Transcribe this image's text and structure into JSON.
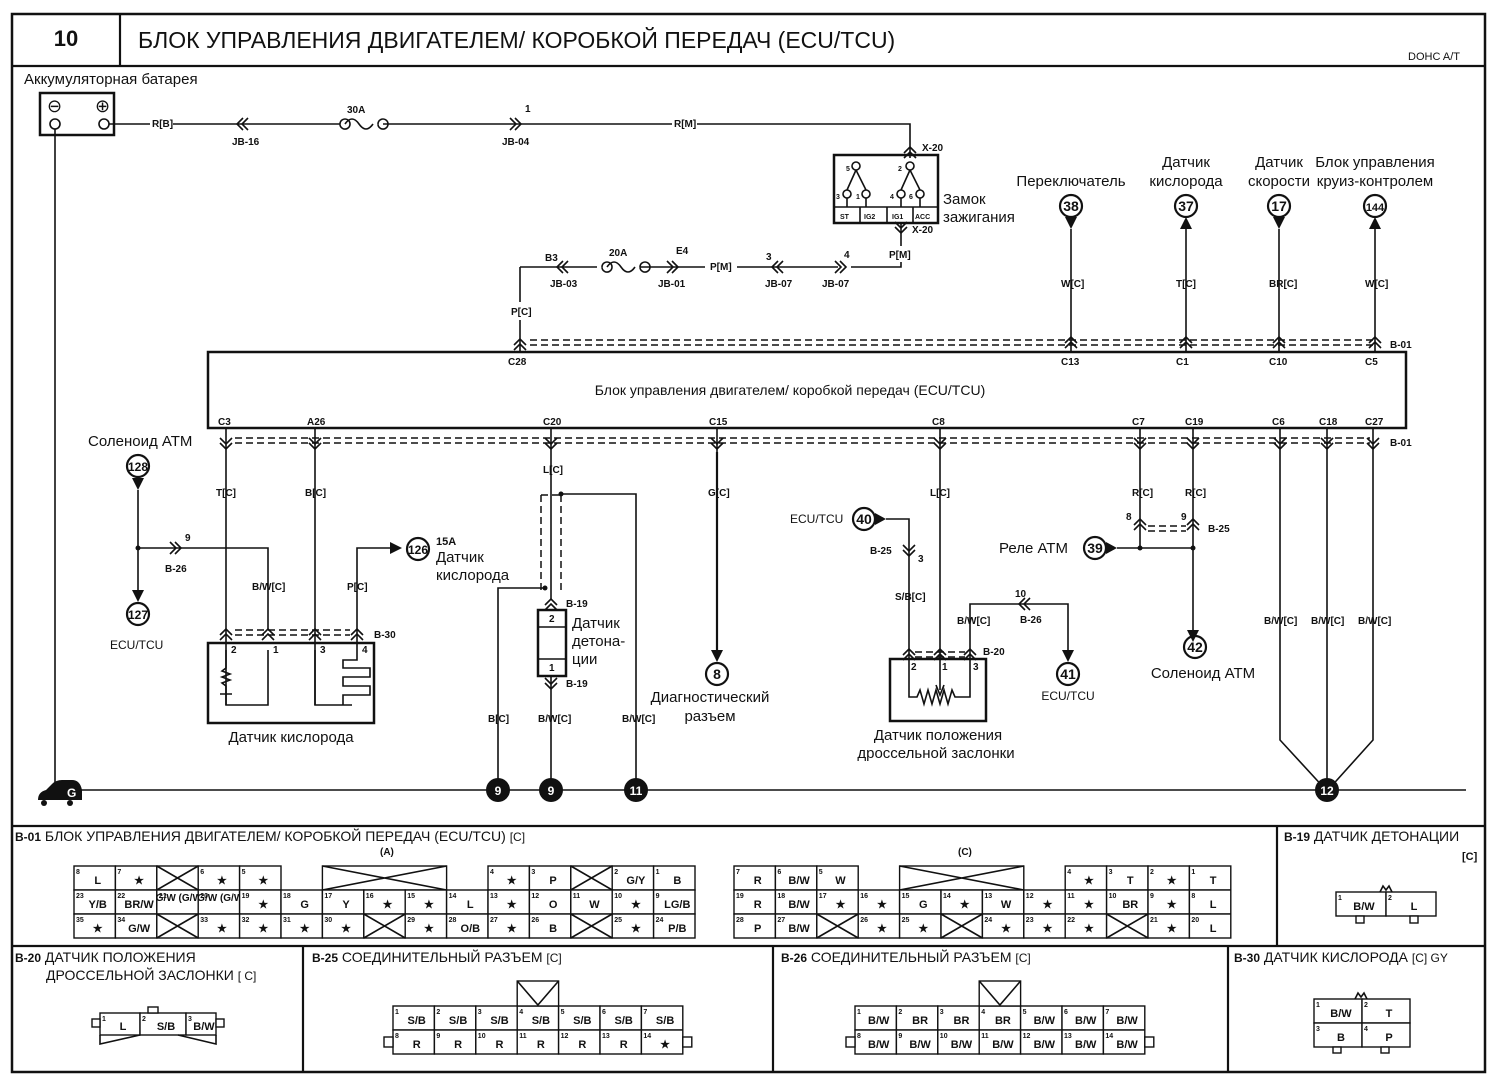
{
  "header": {
    "page_number": "10",
    "title": "БЛОК УПРАВЛЕНИЯ ДВИГАТЕЛЕМ/ КОРОБКОЙ ПЕРЕДАЧ (ECU/TCU)",
    "variant": "DOHC A/T"
  },
  "battery": {
    "label": "Аккумуляторная батарея",
    "minus": "⊖",
    "plus": "⊕",
    "wire": "R[B]",
    "connector1": "JB-16",
    "fuse": "30A",
    "connector2_pin": "1",
    "connector2": "JB-04",
    "wire2": "R[M]"
  },
  "ignition": {
    "label_line1": "Замок",
    "label_line2": "зажигания",
    "connector_top": "X-20",
    "connector_bottom": "X-20",
    "pins_top": [
      "5",
      "2"
    ],
    "pins_bottom": [
      "3",
      "1",
      "4",
      "6"
    ],
    "positions": [
      "ST",
      "IG2",
      "IG1",
      "ACC"
    ],
    "out_wire": "P[M]"
  },
  "power_feed": {
    "pin_b3": "B3",
    "conn_jb03": "JB-03",
    "fuse": "20A",
    "pin_e4": "E4",
    "conn_jb01": "JB-01",
    "wire": "P[M]",
    "pin3": "3",
    "conn_jb07a": "JB-07",
    "pin4": "4",
    "conn_jb07b": "JB-07",
    "wire_c": "P[C]",
    "ecu_pin": "C28"
  },
  "top_refs": [
    {
      "label_lines": [
        "Переключатель"
      ],
      "ref": "38",
      "wire": "W[C]",
      "pin": "C13",
      "dir": "down"
    },
    {
      "label_lines": [
        "Датчик",
        "кислорода"
      ],
      "ref": "37",
      "wire": "T[C]",
      "pin": "C1",
      "dir": "up"
    },
    {
      "label_lines": [
        "Датчик",
        "скорости"
      ],
      "ref": "17",
      "wire": "BR[C]",
      "pin": "C10",
      "dir": "down"
    },
    {
      "label_lines": [
        "Блок управления",
        "круиз-контролем"
      ],
      "ref": "144",
      "wire": "W[C]",
      "pin": "C5",
      "dir": "up"
    }
  ],
  "ecu": {
    "label": "Блок управления двигателем/ коробкой передач (ECU/TCU)",
    "connector": "B-01",
    "connector_bottom": "B-01",
    "bottom_pins": [
      "C3",
      "A26",
      "C20",
      "C15",
      "C8",
      "C7",
      "C19",
      "C6",
      "C18",
      "C27"
    ]
  },
  "left_section": {
    "solenoid_label": "Соленоид АТМ",
    "ref128": "128",
    "ref127": "127",
    "ref127_label": "ECU/TCU",
    "b26_pin": "9",
    "b26": "B-26",
    "wire_t": "T[C]",
    "wire_b": "B[C]",
    "wire_bw": "B/W[C]",
    "wire_p": "P[C]",
    "ref126": "126",
    "ref126_note": "15A",
    "ref126_label_lines": [
      "Датчик",
      "кислорода"
    ],
    "o2_connector": "B-30",
    "o2_pins": [
      "2",
      "1",
      "3",
      "4"
    ],
    "o2_label": "Датчик кислорода"
  },
  "knock": {
    "wire_l": "L[C]",
    "connector": "B-19",
    "connector_bottom": "B-19",
    "pin_top": "2",
    "pin_bottom": "1",
    "label_lines": [
      "Датчик",
      "детона-",
      "ции"
    ],
    "wire_b": "B[C]",
    "wire_bw1": "B/W[C]",
    "wire_bw2": "B/W[C]"
  },
  "diag": {
    "wire": "G[C]",
    "ref": "8",
    "label_lines": [
      "Диагностический",
      "разъем"
    ]
  },
  "tps": {
    "ecu_label": "ECU/TCU",
    "ref40": "40",
    "b25": "B-25",
    "b25_pin": "3",
    "wire_sb": "S/B[C]",
    "wire_l": "L[C]",
    "wire_bw": "B/W[C]",
    "b26_pin": "10",
    "b26": "B-26",
    "connector": "B-20",
    "pins": [
      "2",
      "1",
      "3"
    ],
    "ref41": "41",
    "ref41_label": "ECU/TCU",
    "label_lines": [
      "Датчик положения",
      "дроссельной заслонки"
    ]
  },
  "relay": {
    "wire_r1": "R[C]",
    "wire_r2": "R[C]",
    "pin8": "8",
    "pin9": "9",
    "b25": "B-25",
    "label": "Реле АТМ",
    "ref39": "39",
    "ref42": "42",
    "ref42_label": "Соленоид АТМ"
  },
  "grounds_right": {
    "wires": [
      "B/W[C]",
      "B/W[C]",
      "B/W[C]"
    ],
    "ground_ref": "12"
  },
  "ground_bus": {
    "symbol": "G",
    "refs": [
      "9",
      "9",
      "11",
      "12"
    ]
  },
  "connectors": {
    "b01": {
      "title_id": "B-01",
      "title": "БЛОК УПРАВЛЕНИЯ ДВИГАТЕЛЕМ/ КОРОБКОЙ ПЕРЕДАЧ (ECU/TCU)",
      "suffix": "[C]",
      "sub_a": "(A)",
      "sub_c": "(C)",
      "a_row1": [
        [
          "8",
          "L"
        ],
        [
          "7",
          "★"
        ],
        [
          "",
          ""
        ],
        [
          "6",
          "★"
        ],
        [
          "5",
          "★"
        ],
        [
          "4",
          "★"
        ],
        [
          "3",
          "P"
        ],
        [
          "",
          ""
        ],
        [
          "2",
          "G/Y"
        ],
        [
          "1",
          "B"
        ]
      ],
      "a_row2": [
        [
          "23",
          "Y/B"
        ],
        [
          "22",
          "BR/W"
        ],
        [
          "21",
          "G/W (G/W)"
        ],
        [
          "20",
          "G/W (G/W)"
        ],
        [
          "19",
          "★"
        ],
        [
          "18",
          "G"
        ],
        [
          "17",
          "Y"
        ],
        [
          "16",
          "★"
        ],
        [
          "15",
          "★"
        ],
        [
          "14",
          "L"
        ],
        [
          "13",
          "★"
        ],
        [
          "12",
          "O"
        ],
        [
          "11",
          "W"
        ],
        [
          "10",
          "★"
        ],
        [
          "9",
          "LG/B"
        ]
      ],
      "a_row3": [
        [
          "35",
          "★"
        ],
        [
          "34",
          "G/W"
        ],
        [
          "",
          ""
        ],
        [
          "33",
          "★"
        ],
        [
          "32",
          "★"
        ],
        [
          "31",
          "★"
        ],
        [
          "30",
          "★"
        ],
        [
          "",
          ""
        ],
        [
          "29",
          "★"
        ],
        [
          "28",
          "O/B"
        ],
        [
          "27",
          "★"
        ],
        [
          "26",
          "B"
        ],
        [
          "",
          ""
        ],
        [
          "25",
          "★"
        ],
        [
          "24",
          "P/B"
        ]
      ],
      "c_row1": [
        [
          "7",
          "R"
        ],
        [
          "6",
          "B/W"
        ],
        [
          "5",
          "W"
        ],
        [
          "4",
          "★"
        ],
        [
          "3",
          "T"
        ],
        [
          "2",
          "★"
        ],
        [
          "1",
          "T"
        ]
      ],
      "c_row2": [
        [
          "19",
          "R"
        ],
        [
          "18",
          "B/W"
        ],
        [
          "17",
          "★"
        ],
        [
          "16",
          "★"
        ],
        [
          "15",
          "G"
        ],
        [
          "14",
          "★"
        ],
        [
          "13",
          "W"
        ],
        [
          "12",
          "★"
        ],
        [
          "11",
          "★"
        ],
        [
          "10",
          "BR"
        ],
        [
          "9",
          "★"
        ],
        [
          "8",
          "L"
        ]
      ],
      "c_row3": [
        [
          "28",
          "P"
        ],
        [
          "27",
          "B/W"
        ],
        [
          "",
          ""
        ],
        [
          "26",
          "★"
        ],
        [
          "25",
          "★"
        ],
        [
          "",
          ""
        ],
        [
          "24",
          "★"
        ],
        [
          "23",
          "★"
        ],
        [
          "22",
          "★"
        ],
        [
          "",
          ""
        ],
        [
          "21",
          "★"
        ],
        [
          "20",
          "L"
        ]
      ]
    },
    "b19": {
      "title_id": "B-19",
      "title": "ДАТЧИК ДЕТОНАЦИИ",
      "suffix": "[C]",
      "pins": [
        [
          "1",
          "B/W"
        ],
        [
          "2",
          "L"
        ]
      ]
    },
    "b20": {
      "title_id": "B-20",
      "title_line1": "ДАТЧИК ПОЛОЖЕНИЯ",
      "title_line2": "ДРОССЕЛЬНОЙ ЗАСЛОНКИ",
      "suffix": "[ C]",
      "pins": [
        [
          "1",
          "L"
        ],
        [
          "2",
          "S/B"
        ],
        [
          "3",
          "B/W"
        ]
      ]
    },
    "b25": {
      "title_id": "B-25",
      "title": "СОЕДИНИТЕЛЬНЫЙ РАЗЪЕМ",
      "suffix": "[C]",
      "row1": [
        [
          "1",
          "S/B"
        ],
        [
          "2",
          "S/B"
        ],
        [
          "3",
          "S/B"
        ],
        [
          "4",
          "S/B"
        ],
        [
          "5",
          "S/B"
        ],
        [
          "6",
          "S/B"
        ],
        [
          "7",
          "S/B"
        ]
      ],
      "row2": [
        [
          "8",
          "R"
        ],
        [
          "9",
          "R"
        ],
        [
          "10",
          "R"
        ],
        [
          "11",
          "R"
        ],
        [
          "12",
          "R"
        ],
        [
          "13",
          "R"
        ],
        [
          "14",
          "★"
        ]
      ]
    },
    "b26": {
      "title_id": "B-26",
      "title": "СОЕДИНИТЕЛЬНЫЙ РАЗЪЕМ",
      "suffix": "[C]",
      "row1": [
        [
          "1",
          "B/W"
        ],
        [
          "2",
          "BR"
        ],
        [
          "3",
          "BR"
        ],
        [
          "4",
          "BR"
        ],
        [
          "5",
          "B/W"
        ],
        [
          "6",
          "B/W"
        ],
        [
          "7",
          "B/W"
        ]
      ],
      "row2": [
        [
          "8",
          "B/W"
        ],
        [
          "9",
          "B/W"
        ],
        [
          "10",
          "B/W"
        ],
        [
          "11",
          "B/W"
        ],
        [
          "12",
          "B/W"
        ],
        [
          "13",
          "B/W"
        ],
        [
          "14",
          "B/W"
        ]
      ]
    },
    "b30": {
      "title_id": "B-30",
      "title": "ДАТЧИК КИСЛОРОДА",
      "suffix": "[C] GY",
      "pins": [
        [
          "1",
          "B/W"
        ],
        [
          "2",
          "T"
        ],
        [
          "3",
          "B"
        ],
        [
          "4",
          "P"
        ]
      ]
    }
  }
}
